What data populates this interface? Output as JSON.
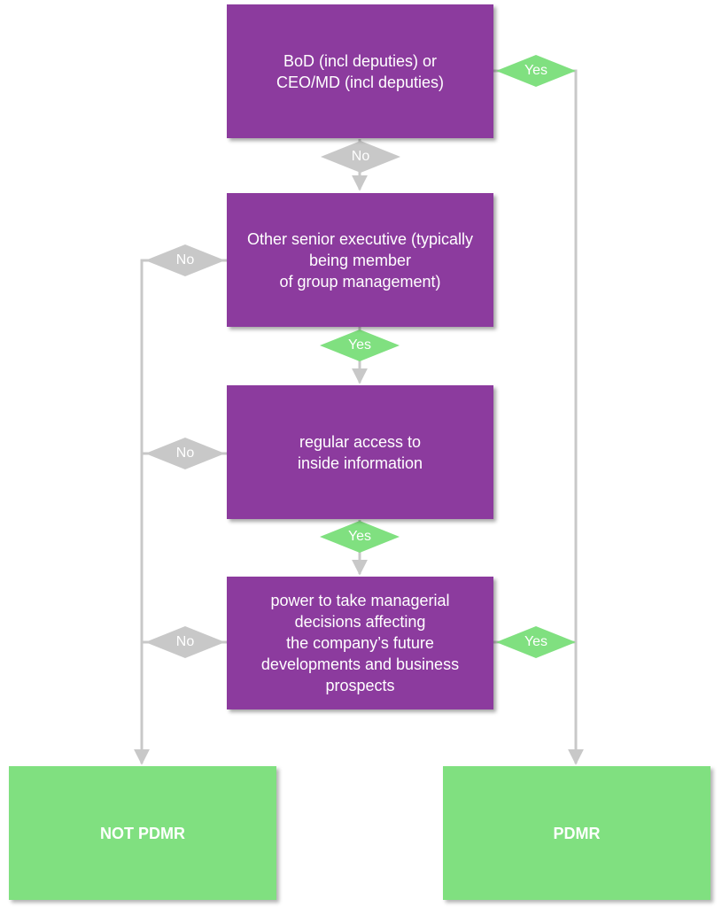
{
  "steps": [
    {
      "label": "BoD (incl deputies) or\nCEO/MD (incl deputies)"
    },
    {
      "label": "Other senior executive (typically\nbeing member\nof group management)"
    },
    {
      "label": "regular access to\ninside information"
    },
    {
      "label": "power to take managerial\ndecisions affecting\nthe company’s future\ndevelopments and business\nprospects"
    }
  ],
  "outcomes": {
    "not_pdmr": "NOT PDMR",
    "pdmr": "PDMR"
  },
  "edge_labels": {
    "step1_yes": "Yes",
    "step1_no": "No",
    "step2_no": "No",
    "step2_yes": "Yes",
    "step3_no": "No",
    "step3_yes": "Yes",
    "step4_no": "No",
    "step4_yes": "Yes"
  },
  "colors": {
    "step_fill": "#8c3b9e",
    "outcome_fill": "#80e080",
    "yes_fill": "#80e080",
    "no_fill": "#c8c8c8",
    "connector": "#c8c8c8"
  }
}
